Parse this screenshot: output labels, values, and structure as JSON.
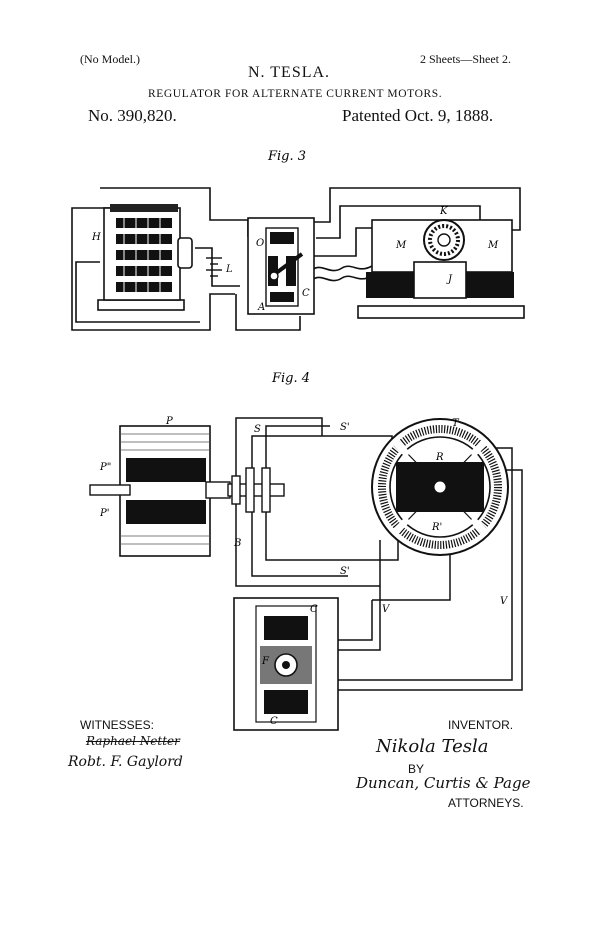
{
  "header": {
    "no_model": "(No Model.)",
    "sheets": "2 Sheets—Sheet 2.",
    "inventor": "N. TESLA.",
    "title": "REGULATOR FOR ALTERNATE CURRENT MOTORS.",
    "patent_no": "No. 390,820.",
    "patented": "Patented Oct. 9, 1888."
  },
  "figures": {
    "fig3": {
      "label": "Fig. 3",
      "letters": {
        "H": "H",
        "L": "L",
        "O": "O",
        "A": "A",
        "C": "C",
        "K": "K",
        "M1": "M",
        "M2": "M",
        "J": "J"
      }
    },
    "fig4": {
      "label": "Fig. 4",
      "letters": {
        "P": "P",
        "P2": "P\"",
        "P1": "P'",
        "S": "S",
        "S1": "S'",
        "S2": "S'",
        "B": "B",
        "T": "T",
        "R": "R",
        "R1": "R'",
        "V1": "V",
        "V2": "V",
        "C1": "C",
        "C2": "C",
        "F": "F"
      }
    }
  },
  "footer": {
    "witnesses_label": "WITNESSES:",
    "witness1": "Raphael Netter",
    "witness2": "Robt. F. Gaylord",
    "inventor_label": "INVENTOR.",
    "inventor_signature": "Nikola Tesla",
    "by": "BY",
    "attorneys_signature": "Duncan, Curtis & Page",
    "attorneys_label": "ATTORNEYS."
  }
}
